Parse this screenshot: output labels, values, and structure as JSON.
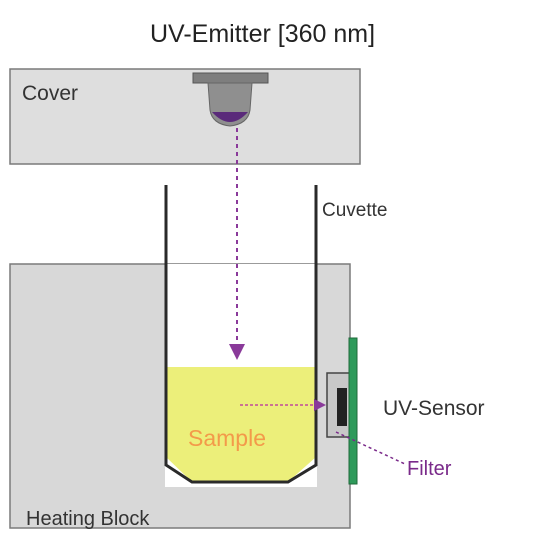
{
  "title": "UV-Emitter  [360 nm]",
  "labels": {
    "cover": "Cover",
    "cuvette": "Cuvette",
    "sample": "Sample",
    "uv_sensor": "UV-Sensor",
    "filter": "Filter",
    "heating_block": "Heating Block"
  },
  "colors": {
    "block_fill": "#d8d8d8",
    "block_edge": "#7a7a7a",
    "sample_fill": "#ecef7a",
    "sample_text": "#f39a4a",
    "beam": "#8a3a9a",
    "filter_label": "#7a2a8a",
    "sensor_board": "#2e9a5a",
    "emitter_body": "#8f8f8f",
    "emitter_lens": "#5a2a7a"
  },
  "icons": {
    "emitter": "uv-emitter-icon",
    "sensor": "uv-sensor-icon"
  }
}
